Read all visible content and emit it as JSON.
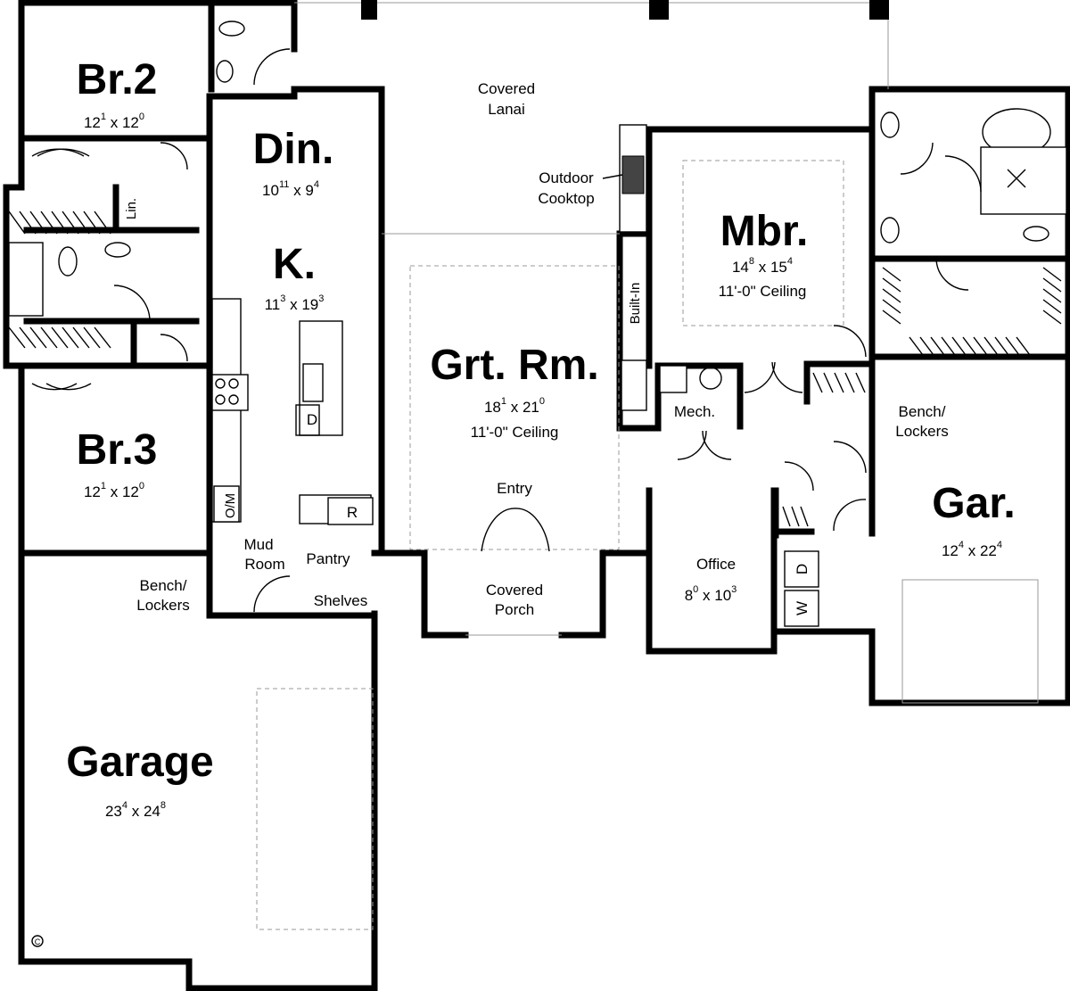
{
  "rooms": {
    "br2": {
      "name": "Br.2",
      "w": "12",
      "w_in": "1",
      "l": "12",
      "l_in": "0"
    },
    "br3": {
      "name": "Br.3",
      "w": "12",
      "w_in": "1",
      "l": "12",
      "l_in": "0"
    },
    "din": {
      "name": "Din.",
      "w": "10",
      "w_in": "11",
      "l": "9",
      "l_in": "4"
    },
    "kitchen": {
      "name": "K.",
      "w": "11",
      "w_in": "3",
      "l": "19",
      "l_in": "3"
    },
    "grt": {
      "name": "Grt. Rm.",
      "w": "18",
      "w_in": "1",
      "l": "21",
      "l_in": "0",
      "ceiling": "11'-0\" Ceiling"
    },
    "mbr": {
      "name": "Mbr.",
      "w": "14",
      "w_in": "8",
      "l": "15",
      "l_in": "4",
      "ceiling": "11'-0\" Ceiling"
    },
    "gar": {
      "name": "Gar.",
      "w": "12",
      "w_in": "4",
      "l": "22",
      "l_in": "4"
    },
    "garage": {
      "name": "Garage",
      "w": "23",
      "w_in": "4",
      "l": "24",
      "l_in": "8"
    },
    "office": {
      "name": "Office",
      "w": "8",
      "w_in": "0",
      "l": "10",
      "l_in": "3"
    }
  },
  "labels": {
    "lanai_1": "Covered",
    "lanai_2": "Lanai",
    "cooktop_1": "Outdoor",
    "cooktop_2": "Cooktop",
    "porch_1": "Covered",
    "porch_2": "Porch",
    "entry": "Entry",
    "mech": "Mech.",
    "bench_left_1": "Bench/",
    "bench_left_2": "Lockers",
    "bench_right_1": "Bench/",
    "bench_right_2": "Lockers",
    "mud_1": "Mud",
    "mud_2": "Room",
    "pantry": "Pantry",
    "shelves": "Shelves",
    "builtin": "Built-In",
    "lin": "Lin.",
    "om": "O/M",
    "refrigerator": "R",
    "dishwasher": "D",
    "dryer": "D",
    "washer": "W",
    "copyright": "C"
  }
}
